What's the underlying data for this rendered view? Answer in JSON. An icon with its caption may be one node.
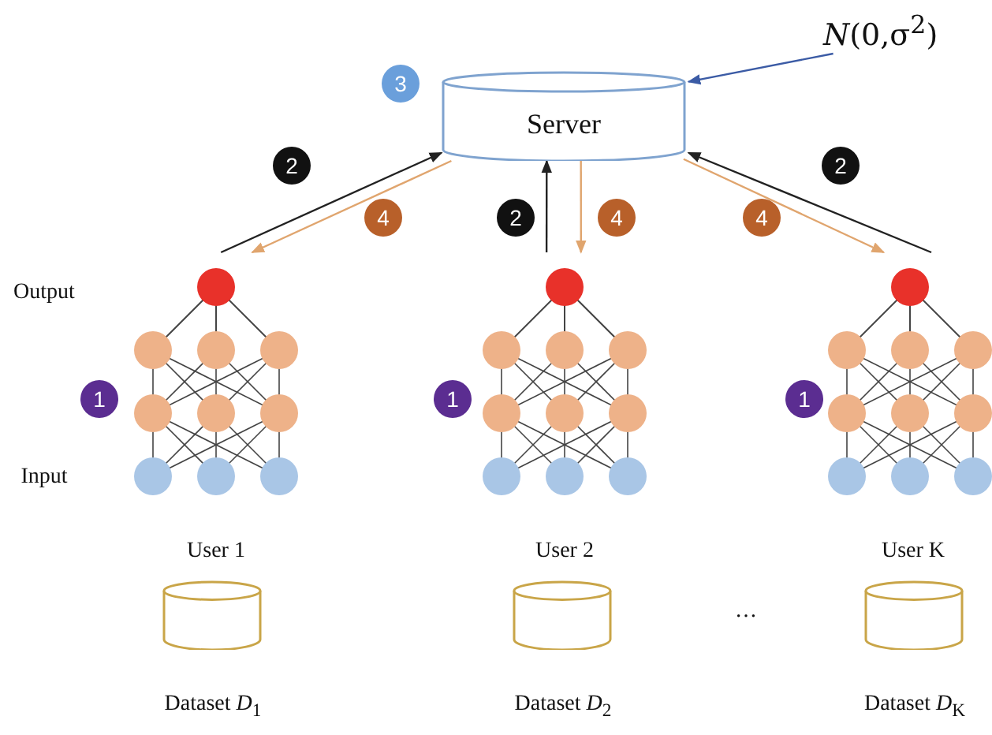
{
  "diagram": {
    "nodes": [
      {
        "text": [
          "Server"
        ]
      },
      {
        "text": [
          "*N*(0,σ$^{2}$)"
        ]
      },
      {
        "text": [],
        "shape": "picture"
      },
      {
        "text": [],
        "shape": "picture"
      },
      {
        "text": [],
        "shape": "picture"
      },
      {
        "text": [],
        "shape": "cylinder",
        "beside": [
          "Dataset *D*$_{1}$"
        ]
      },
      {
        "text": [],
        "shape": "cylinder",
        "beside": [
          "Dataset *D*$_{2}$"
        ]
      },
      {
        "text": [],
        "shape": "cylinder",
        "beside": [
          "Dataset *D*$_{K}$"
        ]
      },
      {
        "text": [
          "3"
        ]
      },
      {
        "text": [
          "2"
        ]
      },
      {
        "text": [
          "2"
        ]
      },
      {
        "text": [
          "4"
        ]
      },
      {
        "text": [
          "2"
        ]
      },
      {
        "text": [
          "4"
        ]
      },
      {
        "text": [
          "4"
        ]
      },
      {
        "text": [
          "1"
        ]
      },
      {
        "text": [
          "1"
        ]
      },
      {
        "text": [
          "1"
        ]
      }
    ],
    "edges": [
      {
        "from": 1,
        "to": 0,
        "arrow": "to",
        "color": "#3b5ba5"
      },
      {
        "from": 2,
        "to": 0,
        "arrow": "to"
      },
      {
        "from": 0,
        "to": 2,
        "arrow": "to",
        "color": "#e0a56e"
      },
      {
        "from": 3,
        "to": 0,
        "arrow": "to"
      },
      {
        "from": 0,
        "to": 3,
        "arrow": "to",
        "color": "#e0a56e"
      },
      {
        "from": 0,
        "to": 4,
        "arrow": "to",
        "color": "#e0a56e"
      },
      {
        "from": 4,
        "to": 0,
        "arrow": "to"
      }
    ],
    "labels": [
      "Output",
      "Input",
      "User 1",
      "User 2",
      "User K",
      "…"
    ]
  }
}
